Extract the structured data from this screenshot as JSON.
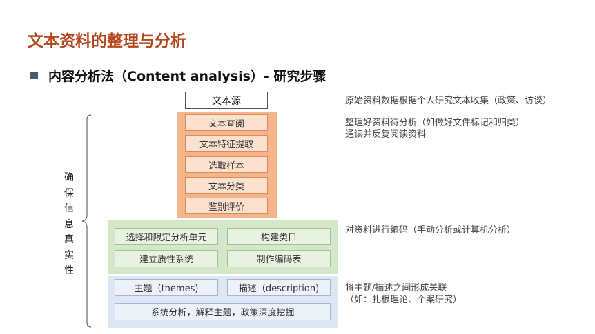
{
  "slide": {
    "title": "文本资料的整理与分析",
    "subtitle": "内容分析法（Content analysis）- 研究步骤"
  },
  "diagram": {
    "source": "文本源",
    "stage1_steps": [
      "文本查阅",
      "文本特征提取",
      "选取样本",
      "文本分类",
      "鉴别评价"
    ],
    "stage2_steps": [
      "选择和限定分析单元",
      "构建类目",
      "建立质性系统",
      "制作编码表"
    ],
    "stage3_steps": [
      "主题（themes)",
      "描述（description)",
      "系统分析，解释主题，政策深度挖掘"
    ],
    "side_label": "确保信息真实性"
  },
  "notes": {
    "source_note": "原始资料数据根据个人研究文本收集（政策、访谈）",
    "stage1_note_1": "整理好资料待分析（如做好文件标记和归类）",
    "stage1_note_2": "通读并反复阅读资料",
    "stage2_note": "对资料进行编码（手动分析或计算机分析）",
    "stage3_note_1": "将主题/描述之间形成关联",
    "stage3_note_2": "（如：扎根理论、个案研究）"
  },
  "colors": {
    "title": "#B5471C",
    "stage1_fill": "#F4B58C",
    "stage2_fill": "#D4E7C8",
    "stage3_fill": "#DDE7F3"
  }
}
